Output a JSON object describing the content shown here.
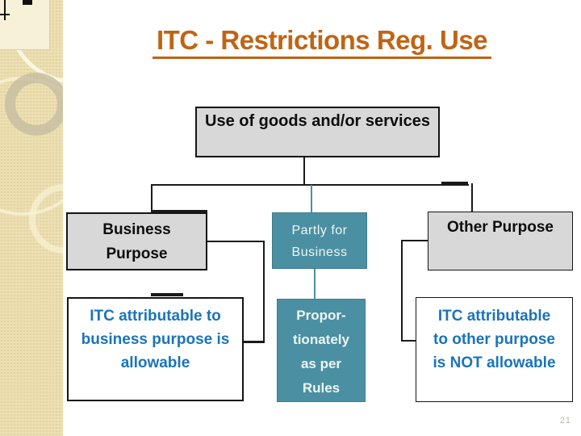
{
  "slide": {
    "title": "ITC - Restrictions Reg. Use",
    "page_number": "21"
  },
  "nodes": {
    "root": {
      "label": "Use of goods and/or services"
    },
    "business_purpose": {
      "lines": [
        "Business",
        "Purpose"
      ]
    },
    "partly_for_business": {
      "lines": [
        "Partly for",
        "Business"
      ]
    },
    "other_purpose": {
      "label": "Other Purpose"
    },
    "itc_business_allowable": {
      "lines": [
        "ITC attributable to",
        "business purpose is",
        "allowable"
      ]
    },
    "proportionately": {
      "lines": [
        "Propor-",
        "tionately",
        "as per",
        "Rules"
      ]
    },
    "itc_other_not_allowable": {
      "lines": [
        "ITC attributable",
        "to other purpose",
        "is NOT allowable"
      ]
    }
  },
  "colors": {
    "title_orange": "#C06414",
    "node_gray": "#D8D8D8",
    "node_teal": "#4B90A2",
    "text_blue": "#1A74B8",
    "connector_black": "#1A1A1A",
    "connector_teal": "#4B90A2",
    "page_number_gray": "#B9B9AC"
  }
}
